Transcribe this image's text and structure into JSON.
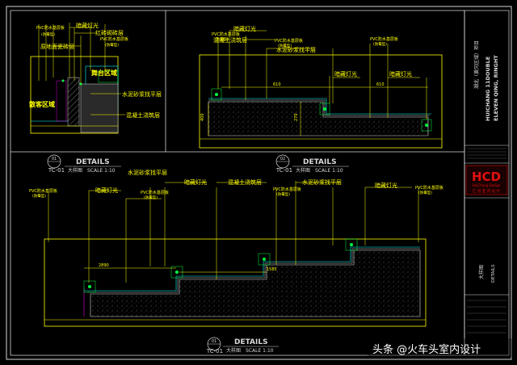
{
  "panel_1": {
    "ceiling_light": "暗藏灯光",
    "red_brick_wall": "红砖砌砖层",
    "floor_tile_layer": "原地面瓷砖层",
    "pvc_board_1": "PVC防水基层板",
    "pvc_board_1_sub": "(防霉型)",
    "pvc_board_2": "PVC防水基层板",
    "pvc_board_2_sub": "(防霉型)",
    "stage_area": "舞台区域",
    "dining_area": "散客区域",
    "cement_layer": "水泥砂浆找平层",
    "concrete_layer": "混凝土浇筑层",
    "circle_top": "01",
    "circle_bottom": "TC-01",
    "title": "DETAILS",
    "subtitle": "大样图",
    "scale": "SCALE 1:10"
  },
  "panel_2": {
    "light_top": "暗藏灯光",
    "concrete_layer": "混凝土浇筑层",
    "cement_layer": "水泥砂浆找平层",
    "pvc_board_left": "PVC防水基层板",
    "pvc_board_left_sub": "(防霉型)",
    "pvc_board_right": "PVC防水基层板",
    "pvc_board_right_sub": "(防霉型)",
    "light_mid": "暗藏灯光",
    "light_right": "暗藏灯光",
    "dim_610a": "610",
    "dim_610b": "610",
    "dim_400": "400",
    "dim_270": "270",
    "circle_top": "02",
    "circle_bottom": "TC-01",
    "title": "DETAILS",
    "subtitle": "大样图",
    "scale": "SCALE 1:10"
  },
  "panel_3": {
    "cement_layer_top": "水泥砂浆找平层",
    "concrete_layer": "混凝土浇筑层",
    "cement_layer": "水泥砂浆找平层",
    "light_left": "暗藏灯光",
    "light_mid": "暗藏灯光",
    "light_right": "暗藏灯光",
    "pvc_board_a": "PVC防水基层板",
    "pvc_board_a_sub": "(防霉型)",
    "pvc_board_b": "PVC防水基层板",
    "pvc_board_b_sub": "(防霉型)",
    "pvc_board_c": "PVC防水基层板",
    "pvc_board_c_sub": "(防霉型)",
    "pvc_board_d": "PVC防水基层板",
    "pvc_board_d_sub": "(防霉型)",
    "dim_2890": "2890",
    "dim_1585": "1585",
    "circle_top": "01",
    "circle_bottom": "TC-01",
    "title": "DETAILS",
    "subtitle": "大样图",
    "scale": "SCALE 1:10"
  },
  "title_block": {
    "project_cn": "湖北（黄冈区域）项目",
    "project_en_1": "HUICHANG 11DOUBLE",
    "project_en_2": "ELEVEN QING, RINGHT",
    "logo": "HCD",
    "logo_sub_en": "HuiChang Design",
    "logo_sub_cn": "汇 创 室 内 设 计",
    "drawing_name_cn": "大样图",
    "drawing_name_en": "DETAILS"
  },
  "watermark": "头条 @火车头室内设计",
  "colors": {
    "background": "#000000",
    "frame": "#d9d9d9",
    "accent_yellow": "#ffff00",
    "accent_cyan": "#00ffff",
    "accent_green": "#00ff40",
    "accent_magenta": "#ff00ff",
    "logo_red": "#e01010"
  }
}
